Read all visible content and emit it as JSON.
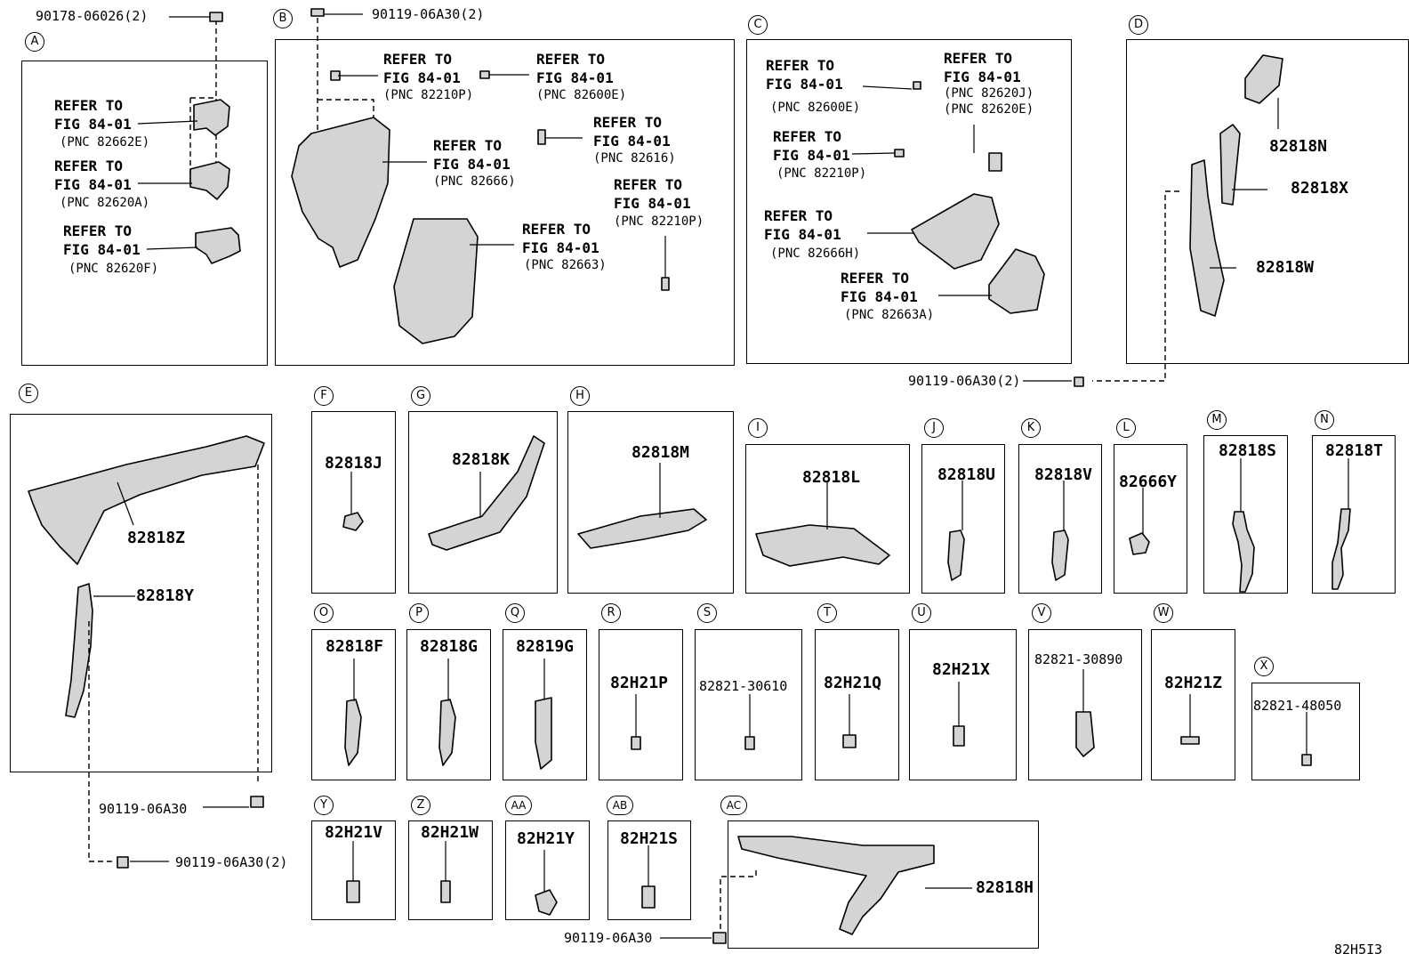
{
  "refer": {
    "l1": "REFER TO",
    "l2": "FIG 84-01"
  },
  "fasteners": {
    "top_a": "90178-06026(2)",
    "top_b": "90119-06A30(2)",
    "d": "90119-06A30(2)",
    "e1": "90119-06A30",
    "e2": "90119-06A30(2)",
    "ac": "90119-06A30"
  },
  "panels": {
    "a": {
      "label": "A",
      "pnc": [
        "(PNC 82662E)",
        "(PNC 82620A)",
        "(PNC 82620F)"
      ]
    },
    "b": {
      "label": "B",
      "pnc": [
        "(PNC 82210P)",
        "(PNC 82600E)",
        "(PNC 82616)",
        "(PNC 82666)",
        "(PNC 82210P)",
        "(PNC 82663)"
      ]
    },
    "c": {
      "label": "C",
      "pnc": [
        "(PNC 82600E)",
        "(PNC 82620J)",
        "(PNC 82620E)",
        "(PNC 82210P)",
        "(PNC 82666H)",
        "(PNC 82663A)"
      ]
    },
    "d": {
      "label": "D",
      "parts": [
        "82818N",
        "82818X",
        "82818W"
      ]
    },
    "e": {
      "label": "E",
      "parts": [
        "82818Z",
        "82818Y"
      ]
    }
  },
  "small_panels": [
    {
      "label": "F",
      "part": "82818J"
    },
    {
      "label": "G",
      "part": "82818K"
    },
    {
      "label": "H",
      "part": "82818M"
    },
    {
      "label": "I",
      "part": "82818L"
    },
    {
      "label": "J",
      "part": "82818U"
    },
    {
      "label": "K",
      "part": "82818V"
    },
    {
      "label": "L",
      "part": "82666Y"
    },
    {
      "label": "M",
      "part": "82818S"
    },
    {
      "label": "N",
      "part": "82818T"
    },
    {
      "label": "O",
      "part": "82818F"
    },
    {
      "label": "P",
      "part": "82818G"
    },
    {
      "label": "Q",
      "part": "82819G"
    },
    {
      "label": "R",
      "part": "82H21P"
    },
    {
      "label": "S",
      "part": "82821-30610"
    },
    {
      "label": "T",
      "part": "82H21Q"
    },
    {
      "label": "U",
      "part": "82H21X"
    },
    {
      "label": "V",
      "part": "82821-30890"
    },
    {
      "label": "W",
      "part": "82H21Z"
    },
    {
      "label": "X",
      "part": "82821-48050"
    },
    {
      "label": "Y",
      "part": "82H21V"
    },
    {
      "label": "Z",
      "part": "82H21W"
    },
    {
      "label": "AA",
      "part": "82H21Y"
    },
    {
      "label": "AB",
      "part": "82H21S"
    },
    {
      "label": "AC",
      "part": "82818H"
    }
  ],
  "figure_id": "82H5I3"
}
